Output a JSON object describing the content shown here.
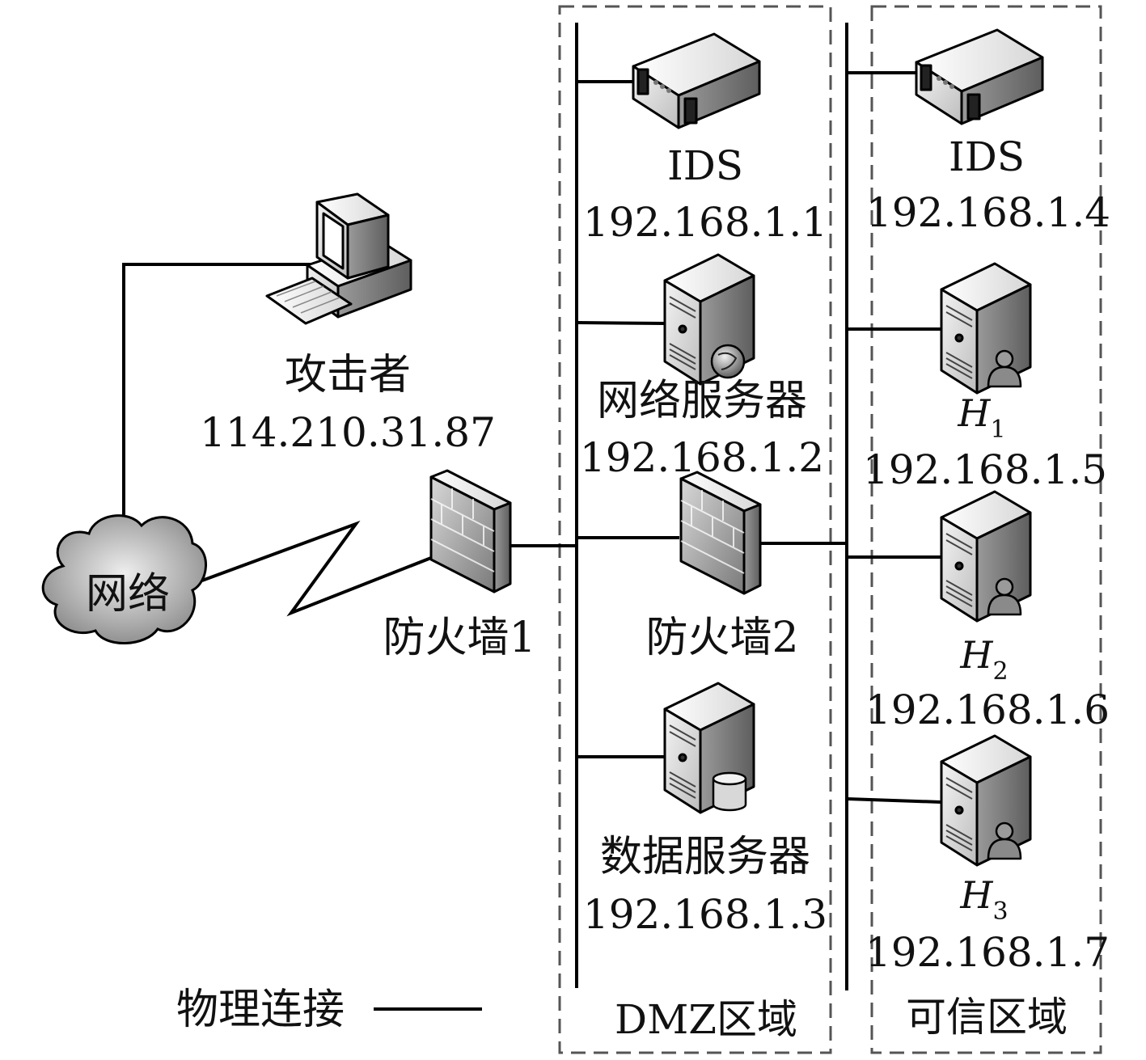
{
  "attacker": {
    "label": "攻击者",
    "ip": "114.210.31.87"
  },
  "internet": {
    "label": "网络"
  },
  "firewall1": {
    "label": "防火墙1"
  },
  "firewall2": {
    "label": "防火墙2"
  },
  "dmz": {
    "label": "DMZ区域",
    "ids": {
      "label": "IDS",
      "ip": "192.168.1.1"
    },
    "web_server": {
      "label": "网络服务器",
      "ip": "192.168.1.2"
    },
    "data_server": {
      "label": "数据服务器",
      "ip": "192.168.1.3"
    }
  },
  "trusted": {
    "label": "可信区域",
    "ids": {
      "label": "IDS",
      "ip": "192.168.1.4"
    },
    "hosts": [
      {
        "letter": "H",
        "sub": "1",
        "ip": "192.168.1.5"
      },
      {
        "letter": "H",
        "sub": "2",
        "ip": "192.168.1.6"
      },
      {
        "letter": "H",
        "sub": "3",
        "ip": "192.168.1.7"
      }
    ]
  },
  "legend": {
    "label": "物理连接"
  },
  "icons": {
    "attacker": "desktop-computer-icon",
    "internet": "cloud-icon",
    "firewall": "brick-firewall-icon",
    "ids": "rack-appliance-icon",
    "web_server": "tower-server-globe-icon",
    "data_server": "tower-server-database-icon",
    "host": "tower-server-user-icon"
  }
}
